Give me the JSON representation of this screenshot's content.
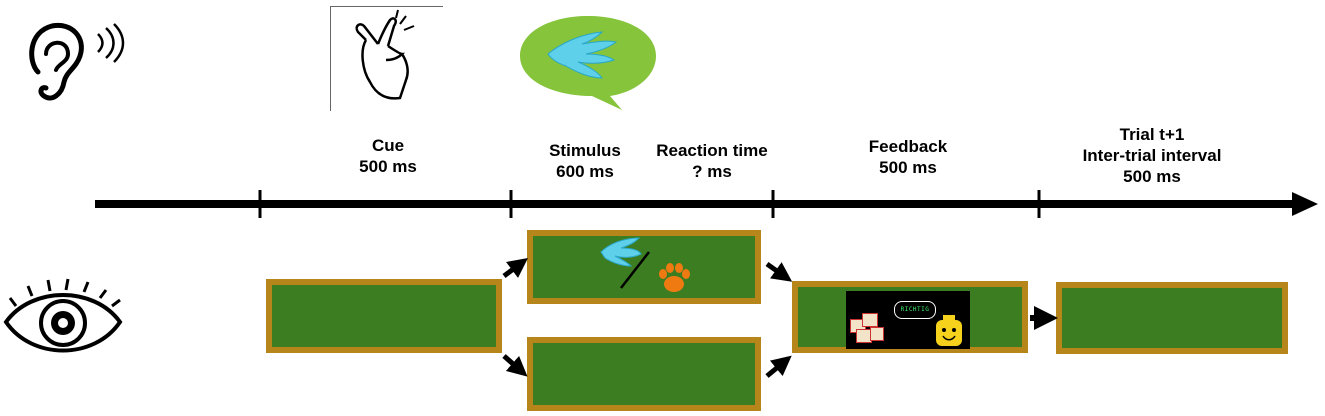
{
  "phases": [
    {
      "id": "cue",
      "lines": [
        "Cue",
        "500 ms"
      ]
    },
    {
      "id": "stimulus",
      "lines": [
        "Stimulus",
        "600 ms"
      ]
    },
    {
      "id": "reaction",
      "lines": [
        "Reaction time",
        "? ms"
      ]
    },
    {
      "id": "feedback",
      "lines": [
        "Feedback",
        "500 ms"
      ]
    },
    {
      "id": "next-trial",
      "lines": [
        "Trial t+1",
        "Inter-trial interval",
        "500 ms"
      ]
    }
  ],
  "feedback_screen": {
    "speech_text": "RICHTIG"
  },
  "colors": {
    "screen_fill": "#3d7d22",
    "screen_border": "#b7861a",
    "bubble_green": "#86c43c",
    "wing_cyan": "#5fd0ea",
    "paw_orange": "#f07a12",
    "timeline": "#000000"
  },
  "icons": [
    "ear-icon",
    "sound-waves-icon",
    "finger-snap-icon",
    "wing-speech-bubble-icon",
    "eye-icon",
    "wing-icon",
    "paw-icon",
    "smiley-icon"
  ]
}
